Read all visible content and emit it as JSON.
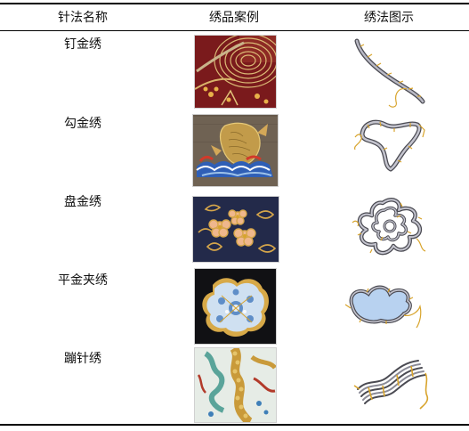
{
  "table": {
    "headers": {
      "name": "针法名称",
      "example": "绣品案例",
      "diagram": "绣法图示"
    },
    "rows": [
      {
        "name": "钉金绣",
        "photo": "gold-couching-embroidery-photo",
        "diagram": "couched-thread-curve-diagram"
      },
      {
        "name": "勾金绣",
        "photo": "gold-outline-carp-embroidery-photo",
        "diagram": "outlined-loop-shape-diagram"
      },
      {
        "name": "盘金绣",
        "photo": "coiled-gold-flower-embroidery-photo",
        "diagram": "flower-outline-coil-diagram"
      },
      {
        "name": "平金夹绣",
        "photo": "flat-gold-mixed-embroidery-photo",
        "diagram": "filled-cloud-shape-diagram"
      },
      {
        "name": "蹦针绣",
        "photo": "jump-stitch-dragon-embroidery-photo",
        "diagram": "parallel-wave-threads-diagram"
      }
    ]
  },
  "colors": {
    "rule": "#000000",
    "gold": "#d8a42c",
    "thread_gray": "#8a8a96",
    "thread_dark": "#4a4a52",
    "fill_blue": "#b8d2f0"
  }
}
